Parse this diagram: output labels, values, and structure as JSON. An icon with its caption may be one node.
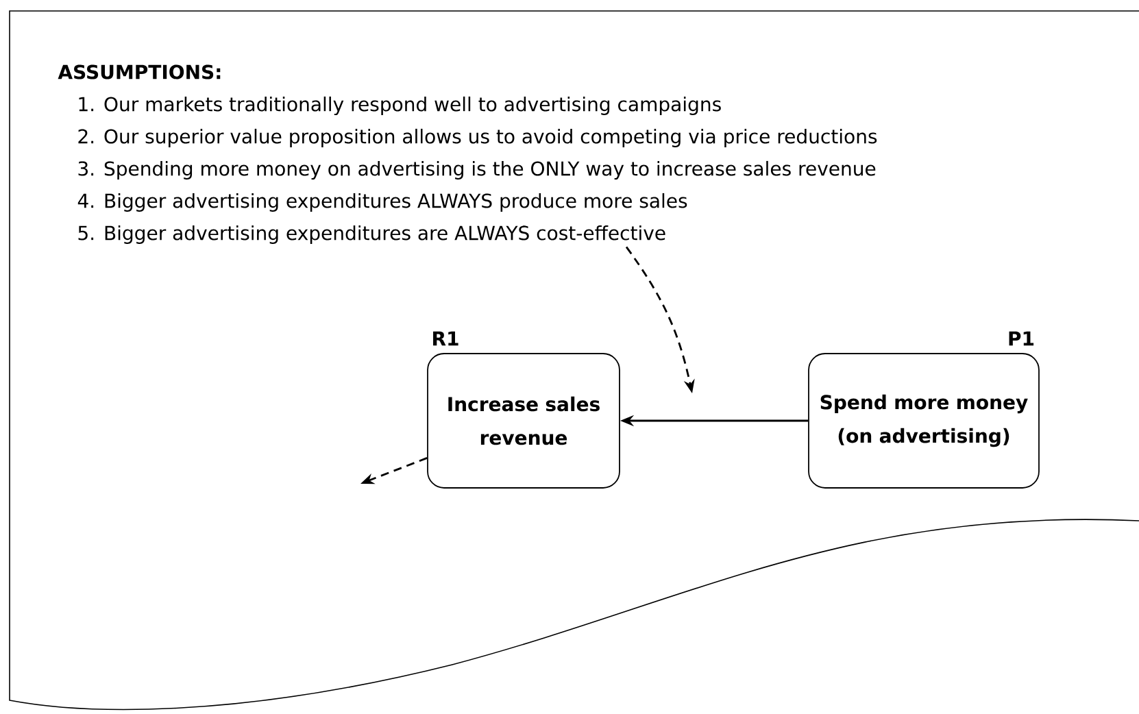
{
  "diagram": {
    "nodes": [
      {
        "text": [
          "ASSUMPTIONS:",
          "1. Our markets traditionally respond well to advertising campaigns",
          "2. Our superior value proposition allows us to avoid competing via price reductions",
          "3. Spending more money on advertising is the ONLY way to increase sales revenue",
          "4. Bigger advertising expenditures ALWAYS produce more sales",
          "5. Bigger advertising expenditures are ALWAYS cost-effective"
        ]
      },
      {
        "text": [
          "Increase sales revenue"
        ],
        "beside": [
          "R1"
        ]
      },
      {
        "text": [
          "Spend more money (on advertising)"
        ],
        "beside": [
          "P1"
        ]
      }
    ],
    "edges": [
      {
        "from": 2,
        "to": 1,
        "arrow": "to"
      },
      {
        "from": 0,
        "to": null,
        "arrow": "to",
        "style": "dashed"
      },
      {
        "from": 1,
        "to": null,
        "arrow": "to",
        "style": "dashed"
      }
    ]
  }
}
